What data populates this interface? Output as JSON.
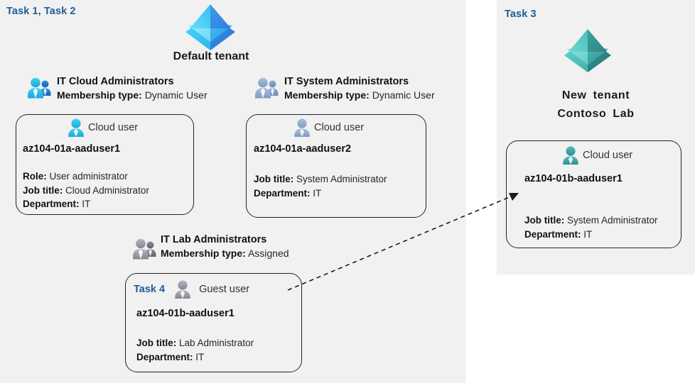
{
  "colors": {
    "panel_bg": "#f1f1f1",
    "page_bg": "#ffffff",
    "task_blue": "#1f5c99",
    "text_dark": "#111111",
    "text_body": "#262626",
    "card_border": "#242424",
    "tenant_default_light": "#50d9f5",
    "tenant_default_dark": "#2f7fe0",
    "tenant_new_light": "#58c8c8",
    "tenant_new_dark": "#2e8c8c",
    "person_cyan": "#29bde8",
    "person_steel": "#8fa8c8",
    "person_gray": "#9a9aa6",
    "person_teal": "#3aa8a8"
  },
  "left_panel": {
    "task_label": "Task 1, Task 2",
    "tenant": {
      "icon": "azure-tenant-icon",
      "caption": "Default tenant"
    },
    "groups": [
      {
        "icon": "people-group-icon",
        "title": "IT Cloud Administrators",
        "meta_label": "Membership type:",
        "meta_value": "Dynamic User",
        "card": {
          "user_icon": "cloud-user-icon",
          "kind": "Cloud user",
          "upn": "az104-01a-aaduser1",
          "attrs": [
            {
              "label": "Role:",
              "value": "User administrator"
            },
            {
              "label": "Job title:",
              "value": "Cloud Administrator"
            },
            {
              "label": "Department:",
              "value": "IT"
            }
          ]
        }
      },
      {
        "icon": "people-group-icon",
        "title": "IT System Administrators",
        "meta_label": "Membership type:",
        "meta_value": "Dynamic User",
        "card": {
          "user_icon": "cloud-user-icon",
          "kind": "Cloud user",
          "upn": "az104-01a-aaduser2",
          "attrs": [
            {
              "label": "Job title:",
              "value": "System Administrator"
            },
            {
              "label": "Department:",
              "value": "IT"
            }
          ]
        }
      },
      {
        "icon": "people-group-icon",
        "title": "IT Lab Administrators",
        "meta_label": "Membership type:",
        "meta_value": "Assigned",
        "card": {
          "task_inline": "Task 4",
          "user_icon": "guest-user-icon",
          "kind": "Guest user",
          "upn": "az104-01b-aaduser1",
          "attrs": [
            {
              "label": "Job title:",
              "value": "Lab Administrator"
            },
            {
              "label": "Department:",
              "value": "IT"
            }
          ]
        }
      }
    ]
  },
  "right_panel": {
    "task_label": "Task 3",
    "tenant": {
      "icon": "azure-tenant-icon",
      "caption_line1": "New tenant",
      "caption_line2": "Contoso Lab"
    },
    "card": {
      "user_icon": "cloud-user-icon",
      "kind": "Cloud user",
      "upn": "az104-01b-aaduser1",
      "attrs": [
        {
          "label": "Job title:",
          "value": "System Administrator"
        },
        {
          "label": "Department:",
          "value": "IT"
        }
      ]
    }
  },
  "connector": {
    "name": "guest-user-invite-arrow",
    "style": "dashed-arrow"
  }
}
